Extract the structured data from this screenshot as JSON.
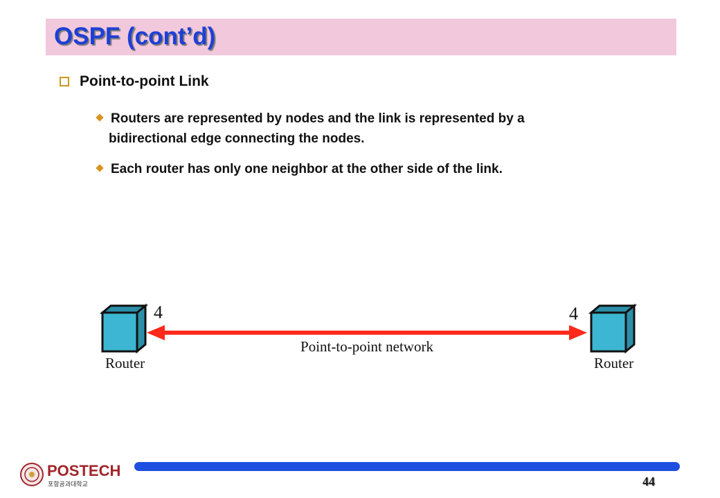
{
  "slide": {
    "title": "OSPF (cont’d)",
    "heading": "Point-to-point Link",
    "bullets": [
      {
        "line1": "Routers are represented by nodes and the link is represented by a",
        "line2": "bidirectional edge connecting the nodes."
      },
      {
        "line1": "Each router has only one neighbor at the other side of the link."
      }
    ],
    "page_number": "44"
  },
  "diagram": {
    "left_router_label": "Router",
    "right_router_label": "Router",
    "left_metric": "4",
    "right_metric": "4",
    "link_label": "Point-to-point network",
    "colors": {
      "router_fill": "#3cb6d2",
      "link": "#ff2a1a"
    }
  },
  "footer": {
    "logo_text": "POSTECH",
    "logo_subtext": "포항공과대학교",
    "bar_color": "#1f4fe0"
  }
}
